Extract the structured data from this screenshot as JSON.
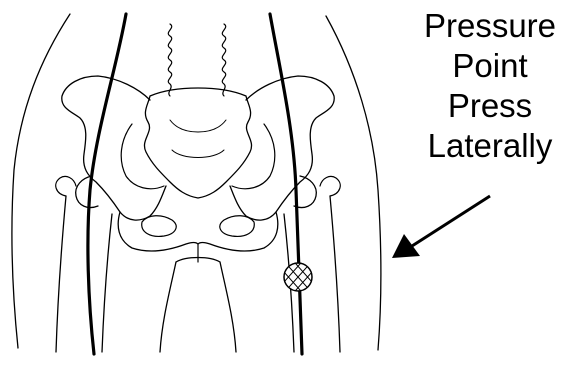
{
  "caption": {
    "lines": [
      "Pressure",
      "Point",
      "Press",
      "Laterally"
    ]
  },
  "colors": {
    "ink": "#000000",
    "background": "#ffffff"
  },
  "icons": {
    "arrow": "arrow-down-left-icon",
    "pressure_marker": "crosshatch-circle-icon"
  }
}
